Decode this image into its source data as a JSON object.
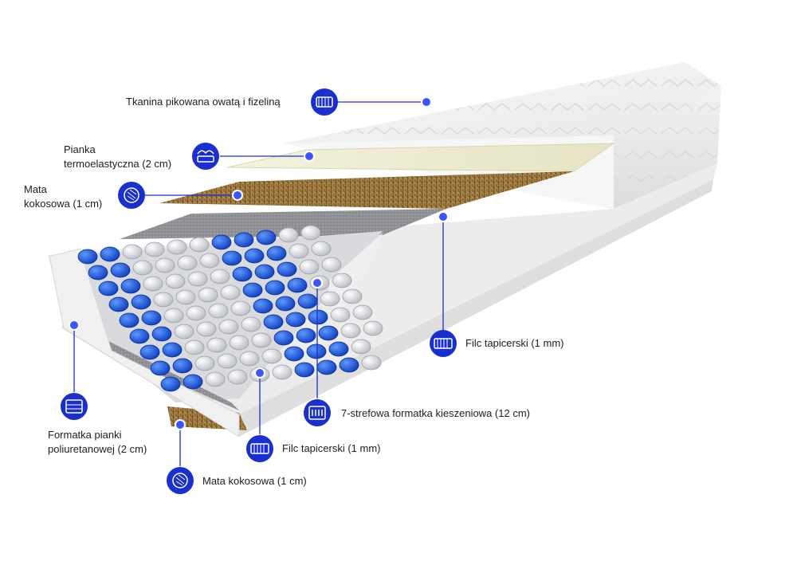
{
  "colors": {
    "accent": "#1a2fd0",
    "spring_blue": "#1b63e6",
    "spring_white": "#e9ebef",
    "felt_gray": "#8e9095",
    "coconut": "#8a6a33",
    "foam": "#efeed6",
    "fabric": "#f4f4f4"
  },
  "labels": [
    {
      "id": "fabric",
      "lines": [
        "Tkanina pikowana owatą i fizeliną"
      ],
      "icon": "quilted-fabric-icon"
    },
    {
      "id": "memory-foam",
      "lines": [
        "Pianka",
        "termoelastyczna (2 cm)"
      ],
      "icon": "memory-foam-icon"
    },
    {
      "id": "coconut-top",
      "lines": [
        "Mata",
        "kokosowa (1 cm)"
      ],
      "icon": "coconut-mat-icon"
    },
    {
      "id": "felt-top",
      "lines": [
        "Filc tapicerski (1 mm)"
      ],
      "icon": "felt-icon"
    },
    {
      "id": "pocket-springs",
      "lines": [
        "7-strefowa formatka kieszeniowa (12 cm)"
      ],
      "icon": "pocket-springs-icon"
    },
    {
      "id": "felt-bottom",
      "lines": [
        "Filc tapicerski (1 mm)"
      ],
      "icon": "felt-icon"
    },
    {
      "id": "pu-foam",
      "lines": [
        "Formatka pianki",
        "poliuretanowej (2 cm)"
      ],
      "icon": "foam-block-icon"
    },
    {
      "id": "coconut-bottom",
      "lines": [
        "Mata kokosowa (1 cm)"
      ],
      "icon": "coconut-mat-icon"
    }
  ]
}
